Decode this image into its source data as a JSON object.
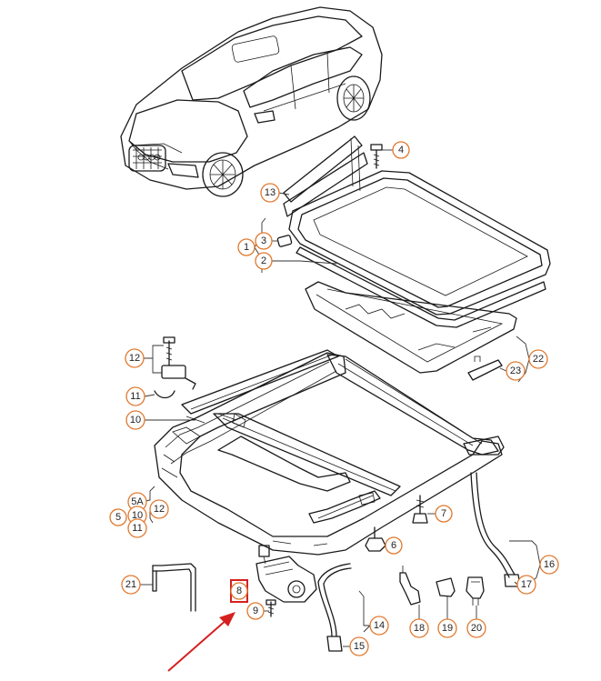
{
  "colors": {
    "callout_ring": "#e0782e",
    "highlight_box": "#d62020",
    "arrow": "#d62020",
    "line_art": "#1a1a1a"
  },
  "callouts": [
    {
      "id": "c4",
      "label": "4"
    },
    {
      "id": "c13",
      "label": "13"
    },
    {
      "id": "c1",
      "label": "1"
    },
    {
      "id": "c3",
      "label": "3"
    },
    {
      "id": "c2",
      "label": "2"
    },
    {
      "id": "c22",
      "label": "22"
    },
    {
      "id": "c23",
      "label": "23"
    },
    {
      "id": "c12a",
      "label": "12"
    },
    {
      "id": "c11a",
      "label": "11"
    },
    {
      "id": "c10a",
      "label": "10"
    },
    {
      "id": "c5a",
      "label": "5A"
    },
    {
      "id": "c12b",
      "label": "12"
    },
    {
      "id": "c10b",
      "label": "10"
    },
    {
      "id": "c5",
      "label": "5"
    },
    {
      "id": "c11b",
      "label": "11"
    },
    {
      "id": "c7",
      "label": "7"
    },
    {
      "id": "c6",
      "label": "6"
    },
    {
      "id": "c16",
      "label": "16"
    },
    {
      "id": "c17",
      "label": "17"
    },
    {
      "id": "c21",
      "label": "21"
    },
    {
      "id": "c8",
      "label": "8"
    },
    {
      "id": "c9",
      "label": "9"
    },
    {
      "id": "c14",
      "label": "14"
    },
    {
      "id": "c15",
      "label": "15"
    },
    {
      "id": "c18",
      "label": "18"
    },
    {
      "id": "c19",
      "label": "19"
    },
    {
      "id": "c20",
      "label": "20"
    }
  ]
}
